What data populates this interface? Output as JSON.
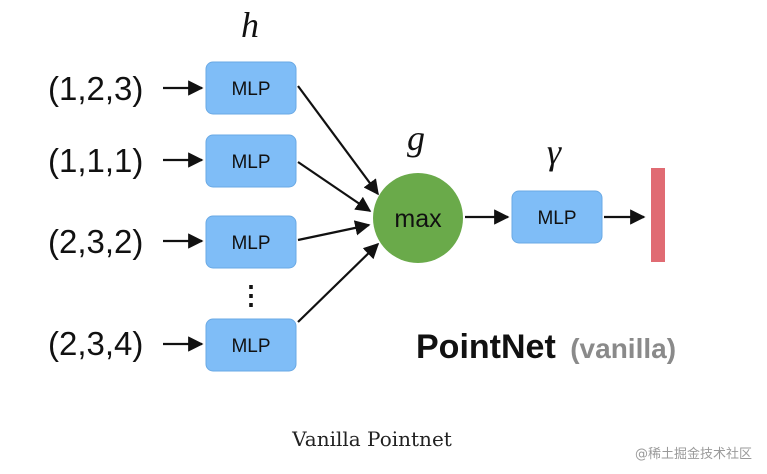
{
  "inputs": [
    {
      "label": "(1,2,3)",
      "mlp_label": "MLP"
    },
    {
      "label": "(1,1,1)",
      "mlp_label": "MLP"
    },
    {
      "label": "(2,3,2)",
      "mlp_label": "MLP"
    },
    {
      "label": "(2,3,4)",
      "mlp_label": "MLP"
    }
  ],
  "ellipsis": "⋮",
  "symbols": {
    "h": "h",
    "g": "g",
    "gamma": "γ"
  },
  "max_label": "max",
  "output_mlp_label": "MLP",
  "title": {
    "main": "PointNet",
    "sub": "(vanilla)"
  },
  "caption": "Vanilla Pointnet",
  "watermark": "@稀土掘金技术社区",
  "colors": {
    "mlp_fill": "#7fbdf7",
    "max_fill": "#6aaa4a",
    "output_bar": "#e06b73",
    "arrow": "#111111"
  }
}
